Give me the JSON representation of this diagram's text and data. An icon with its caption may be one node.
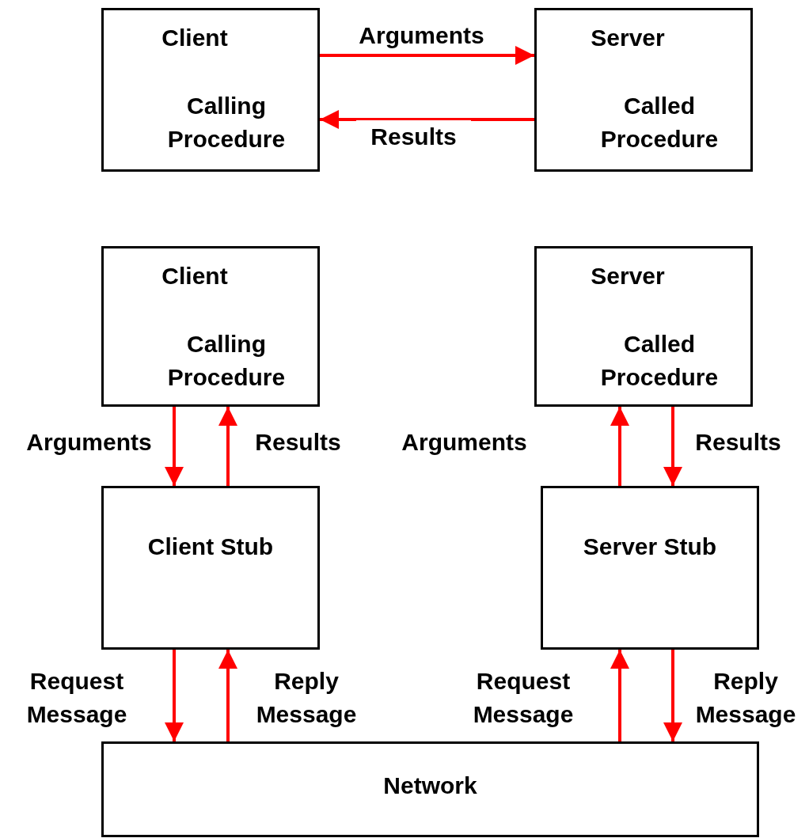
{
  "diagram": {
    "nodes": [
      {
        "text": [
          "Client",
          "Calling Procedure"
        ]
      },
      {
        "text": [
          "Server",
          "Called Procedure"
        ]
      },
      {
        "text": [
          "Client",
          "Calling Procedure"
        ]
      },
      {
        "text": [
          "Server",
          "Called Procedure"
        ]
      },
      {
        "text": [
          "Client Stub"
        ]
      },
      {
        "text": [
          "Server Stub"
        ]
      },
      {
        "text": [
          "Network"
        ]
      }
    ],
    "edges": [
      {
        "from": 0,
        "to": 1,
        "arrow": "to",
        "label": "Arguments",
        "color": "#ff0000"
      },
      {
        "from": 1,
        "to": 0,
        "arrow": "to",
        "label": "Results",
        "color": "#ff0000"
      },
      {
        "from": 2,
        "to": 4,
        "arrow": "to",
        "label": "Arguments",
        "color": "#ff0000"
      },
      {
        "from": 4,
        "to": 2,
        "arrow": "to",
        "label": "Results",
        "color": "#ff0000"
      },
      {
        "from": 5,
        "to": 3,
        "arrow": "to",
        "label": "Arguments",
        "color": "#ff0000"
      },
      {
        "from": 3,
        "to": 5,
        "arrow": "to",
        "label": "Results",
        "color": "#ff0000"
      },
      {
        "from": 4,
        "to": 6,
        "arrow": "to",
        "label": "Request Message",
        "color": "#ff0000"
      },
      {
        "from": 6,
        "to": 4,
        "arrow": "to",
        "label": "Reply Message",
        "color": "#ff0000"
      },
      {
        "from": 6,
        "to": 5,
        "arrow": "to",
        "label": "Request Message",
        "color": "#ff0000"
      },
      {
        "from": 5,
        "to": 6,
        "arrow": "to",
        "label": "Reply Message",
        "color": "#ff0000"
      }
    ]
  }
}
